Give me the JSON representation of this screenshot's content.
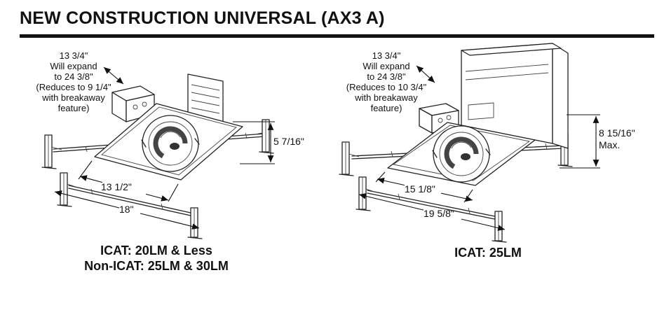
{
  "page": {
    "title": "NEW CONSTRUCTION UNIVERSAL (AX3 A)"
  },
  "left_figure": {
    "annotation_lines": [
      "13 3/4\"",
      "Will expand",
      "to 24 3/8\"",
      "(Reduces to 9 1/4\"",
      "with breakaway",
      "feature)"
    ],
    "height_dimension": "5 7/16\"",
    "inner_width_dimension": "13 1/2\"",
    "outer_width_dimension": "18\"",
    "caption_lines": [
      "ICAT: 20LM & Less",
      "Non-ICAT: 25LM & 30LM"
    ]
  },
  "right_figure": {
    "annotation_lines": [
      "13 3/4\"",
      "Will expand",
      "to 24 3/8\"",
      "(Reduces to 10 3/4\"",
      "with breakaway",
      "feature)"
    ],
    "height_dimension": "8 15/16\"",
    "height_dimension_note": "Max.",
    "inner_width_dimension": "15 1/8\"",
    "outer_width_dimension": "19 5/8\"",
    "caption_lines": [
      "ICAT: 25LM"
    ]
  },
  "colors": {
    "ink": "#111111",
    "line": "#222222"
  }
}
